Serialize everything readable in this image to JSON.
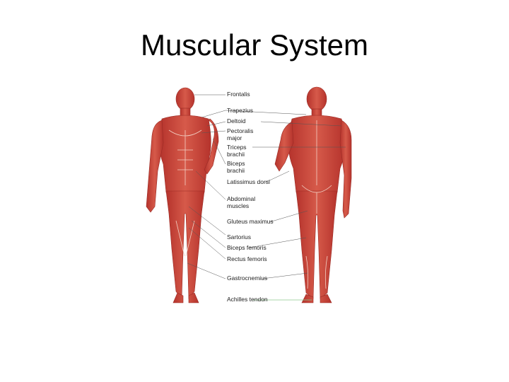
{
  "slide": {
    "title": "Muscular System"
  },
  "diagram": {
    "views": [
      "front view",
      "back view"
    ],
    "muscle_color": "#c8423a",
    "leader_line_color": "#555555",
    "labels": {
      "frontalis": "Frontalis",
      "trapezius": "Trapezius",
      "deltoid": "Deltoid",
      "pectoralis_1": "Pectoralis",
      "pectoralis_2": "major",
      "triceps_1": "Triceps",
      "triceps_2": "brachii",
      "biceps_1": "Biceps",
      "biceps_2": "brachii",
      "latissimus": "Latissimus dorsi",
      "abdominal_1": "Abdominal",
      "abdominal_2": "muscles",
      "gluteus": "Gluteus maximus",
      "sartorius": "Sartorius",
      "biceps_femoris": "Biceps femoris",
      "rectus_femoris": "Rectus femoris",
      "gastrocnemius": "Gastrocnemius",
      "achilles": "Achilles tendon"
    }
  }
}
